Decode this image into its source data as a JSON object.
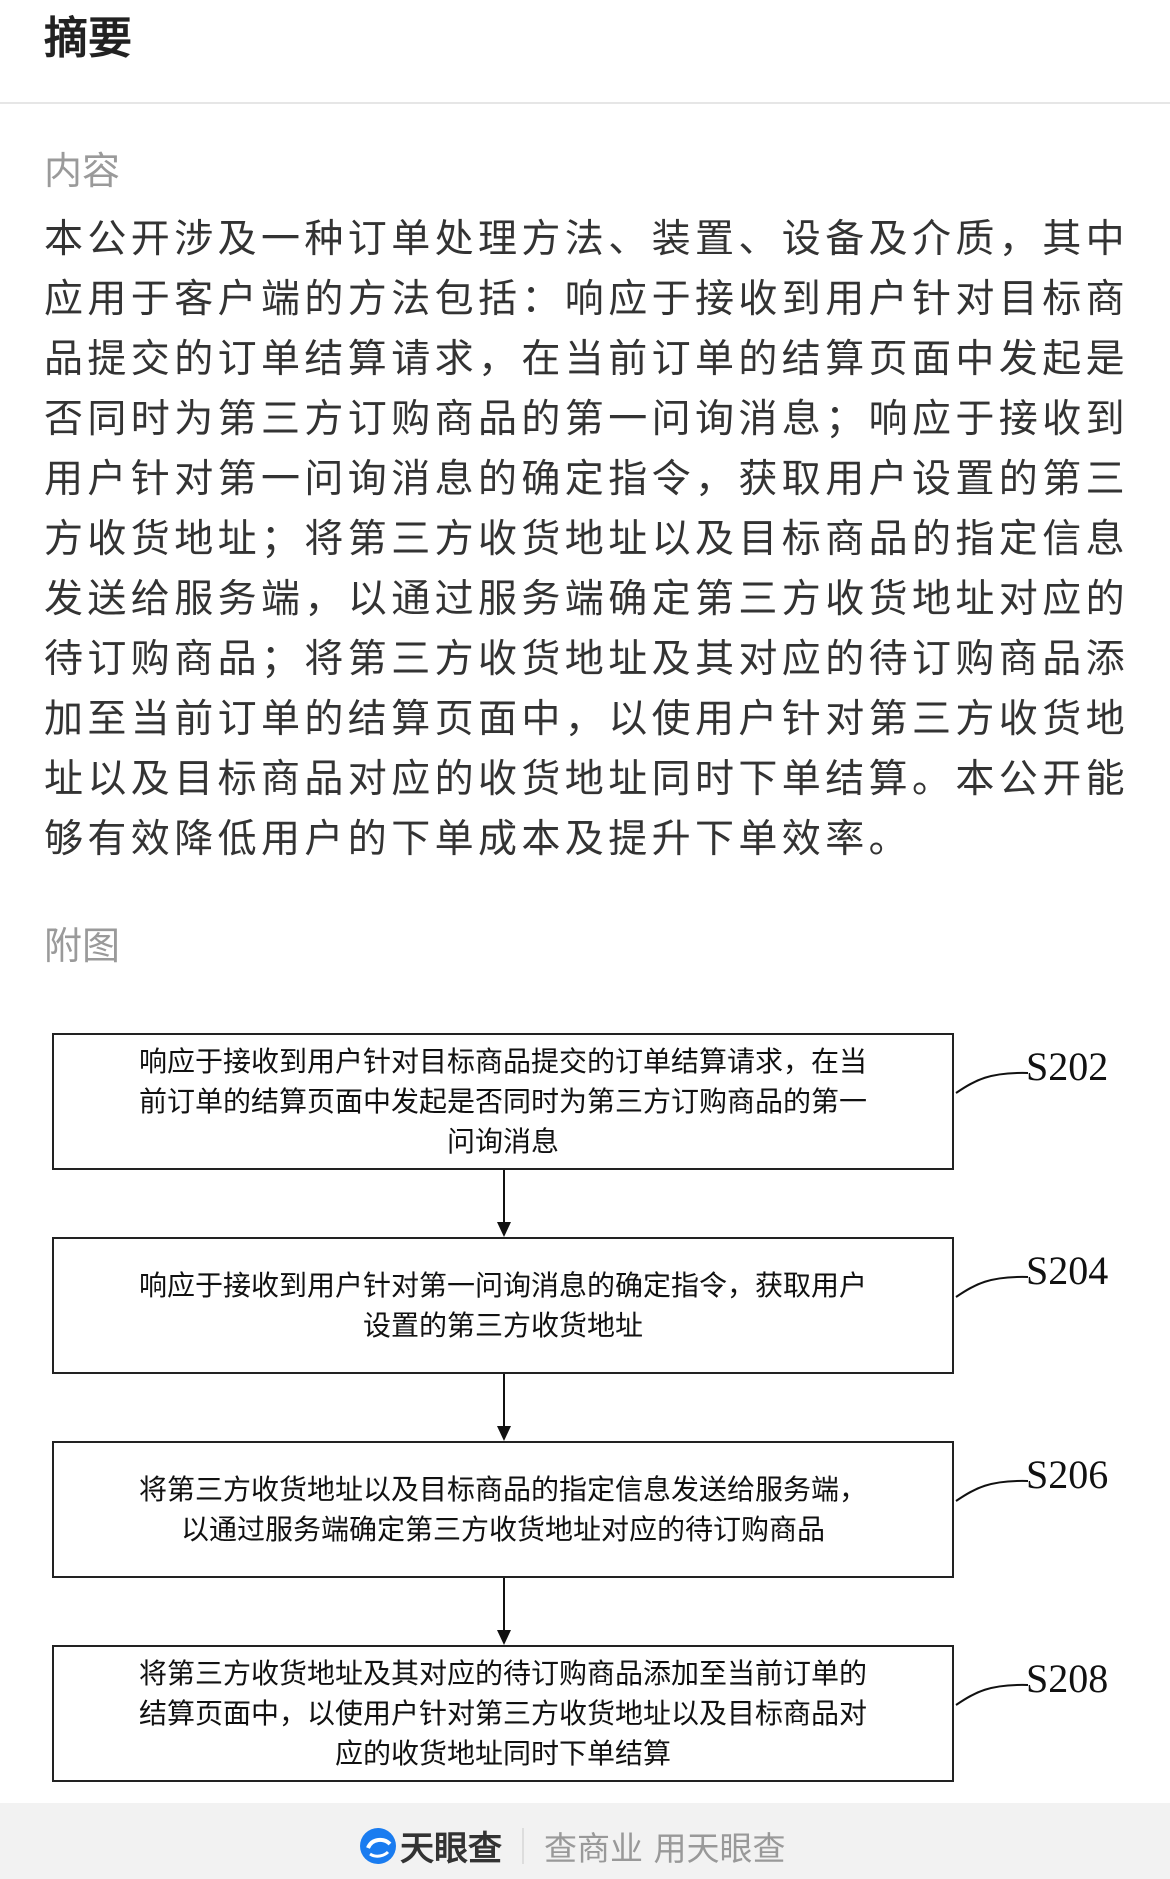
{
  "header": {
    "title": "摘要"
  },
  "content": {
    "label": "内容",
    "lines": [
      "本公开涉及一种订单处理方法、装置、设备及介质，其中",
      "应用于客户端的方法包括：响应于接收到用户针对目标商",
      "品提交的订单结算请求，在当前订单的结算页面中发起是",
      "否同时为第三方订购商品的第一问询消息；响应于接收到",
      "用户针对第一问询消息的确定指令，获取用户设置的第三",
      "方收货地址；将第三方收货地址以及目标商品的指定信息",
      "发送给服务端，以通过服务端确定第三方收货地址对应的",
      "待订购商品；将第三方收货地址及其对应的待订购商品添",
      "加至当前订单的结算页面中，以使用户针对第三方收货地",
      "址以及目标商品对应的收货地址同时下单结算。本公开能",
      "够有效降低用户的下单成本及提升下单效率。"
    ]
  },
  "figure": {
    "label": "附图",
    "steps": [
      {
        "id": "S202",
        "lines": [
          "响应于接收到用户针对目标商品提交的订单结算请求，在当",
          "前订单的结算页面中发起是否同时为第三方订购商品的第一",
          "问询消息"
        ]
      },
      {
        "id": "S204",
        "lines": [
          "响应于接收到用户针对第一问询消息的确定指令，获取用户",
          "设置的第三方收货地址"
        ]
      },
      {
        "id": "S206",
        "lines": [
          "将第三方收货地址以及目标商品的指定信息发送给服务端，",
          "以通过服务端确定第三方收货地址对应的待订购商品"
        ]
      },
      {
        "id": "S208",
        "lines": [
          "将第三方收货地址及其对应的待订购商品添加至当前订单的",
          "结算页面中，以使用户针对第三方收货地址以及目标商品对",
          "应的收货地址同时下单结算"
        ]
      }
    ]
  },
  "footer": {
    "brand": "天眼查",
    "slogan": "查商业 用天眼查",
    "brand_color": "#1a7cf0"
  }
}
